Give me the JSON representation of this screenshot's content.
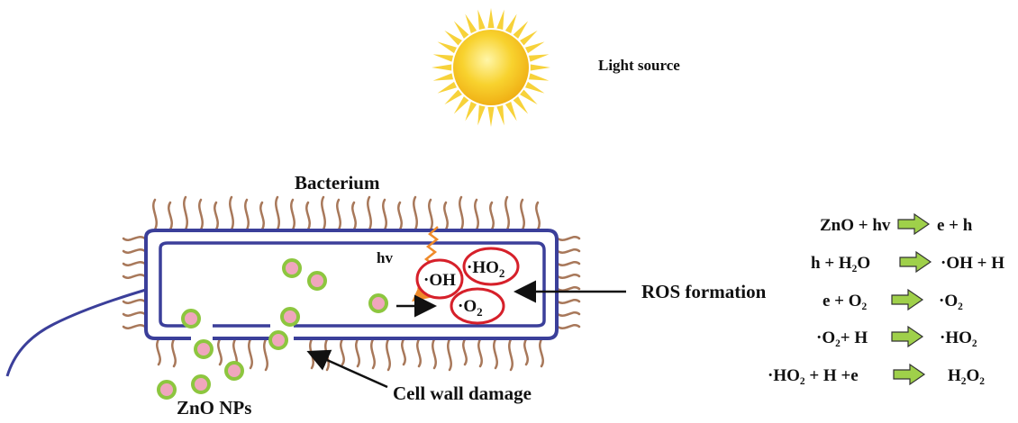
{
  "labels": {
    "light_source": "Light source",
    "bacterium": "Bacterium",
    "hv": "hv",
    "ros_formation": "ROS formation",
    "cell_wall_damage": "Cell wall damage",
    "zno_nps": "ZnO NPs"
  },
  "ros_species": [
    {
      "dot": "·",
      "main": "OH",
      "sub": ""
    },
    {
      "dot": "·",
      "main": "HO",
      "sub": "2"
    },
    {
      "dot": "·",
      "main": "O",
      "sub": "2"
    }
  ],
  "reactions": [
    {
      "lhs": "ZnO + hv",
      "rhs": "e + h"
    },
    {
      "lhs": "h + H₂O",
      "rhs": "·OH + H"
    },
    {
      "lhs": "e + O₂",
      "rhs": "·O₂"
    },
    {
      "lhs": "·O₂+ H",
      "rhs": "·HO₂"
    },
    {
      "lhs": "·HO₂ + H +e",
      "rhs": "H₂O₂"
    }
  ],
  "colors": {
    "sun_core": "#f6c21a",
    "sun_ray": "#f7d23a",
    "membrane": "#3b3f9a",
    "pili": "#a8785a",
    "np_fill": "#f0a6bd",
    "np_ring": "#8dc63f",
    "ros_circle": "#d6202a",
    "hv_arrow": "#ef8a2a",
    "reaction_arrow": "#9fd04a"
  }
}
